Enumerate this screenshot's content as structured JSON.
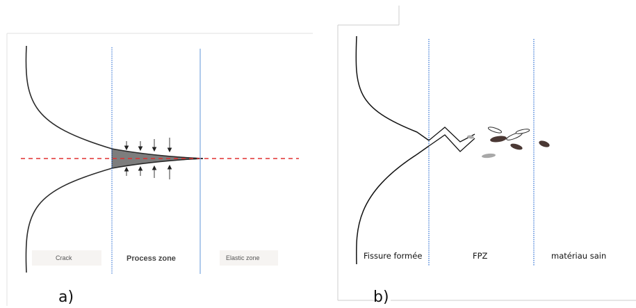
{
  "panel_a": {
    "label": "a)",
    "zones": {
      "crack": "Crack",
      "process": "Process zone",
      "elastic": "Elastic zone"
    }
  },
  "panel_b": {
    "label": "b)",
    "zones": {
      "fissure": "Fissure formée",
      "fpz": "FPZ",
      "sain": "matériau sain"
    }
  },
  "colors": {
    "boundary_line": "#3b78d6",
    "crack_axis": "#e03030",
    "process_fill": "#7d7d7d",
    "fragment_dark": "#4a3834",
    "fragment_grey": "#a8a8a8"
  }
}
